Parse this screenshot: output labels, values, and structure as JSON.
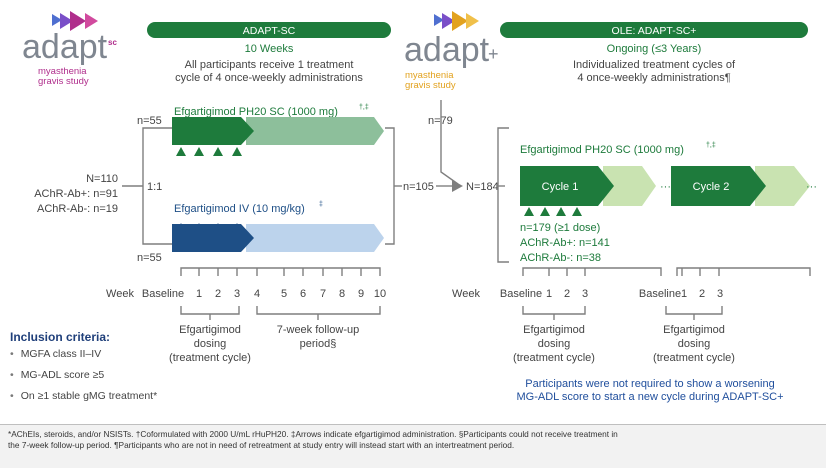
{
  "logos": {
    "adapt_sc": {
      "word": "adapt",
      "sup": "sc",
      "line1": "myasthenia",
      "line2": "gravis study"
    },
    "adapt_sc_plus": {
      "word": "adapt",
      "plus": "+",
      "line1": "myasthenia",
      "line2": "gravis study"
    }
  },
  "adapt_sc": {
    "header": "ADAPT-SC",
    "duration": "10 Weeks",
    "desc_line1": "All participants receive 1 treatment",
    "desc_line2": "cycle of 4 once-weekly administrations"
  },
  "ole": {
    "header": "OLE: ADAPT-SC+",
    "duration": "Ongoing (≤3 Years)",
    "desc_line1": "Individualized treatment cycles of",
    "desc_line2": "4 once-weekly administrations¶"
  },
  "enrollment": {
    "n_total": "N=110",
    "achr_pos": "AChR-Ab+: n=91",
    "achr_neg": "AChR-Ab-: n=19",
    "ratio": "1:1",
    "n_sc_arm": "n=55",
    "n_iv_arm": "n=55",
    "n_rollover": "n=105",
    "n_direct": "n=79",
    "n_ole_total": "N=184"
  },
  "arms": {
    "sc_label": "Efgartigimod PH20 SC (1000 mg)",
    "sc_sup": "†,‡",
    "iv_label": "Efgartigimod IV (10 mg/kg)",
    "iv_sup": "‡",
    "ole_label": "Efgartigimod PH20 SC (1000 mg)",
    "ole_sup": "†,‡",
    "cycle1": "Cycle 1",
    "cycle2": "Cycle 2",
    "ellipsis": "···"
  },
  "ole_counts": {
    "line1": "n=179 (≥1 dose)",
    "line2": "AChR-Ab+: n=141",
    "line3": "AChR-Ab-: n=38"
  },
  "timeline_left": {
    "week_label": "Week",
    "ticks": [
      "Baseline",
      "1",
      "2",
      "3",
      "4",
      "5",
      "6",
      "7",
      "8",
      "9",
      "10"
    ],
    "dosing": [
      "Efgartigimod",
      "dosing",
      "(treatment cycle)"
    ],
    "followup": [
      "7-week follow-up",
      "period§"
    ]
  },
  "timeline_right": {
    "week_label": "Week",
    "ticks_a": [
      "Baseline",
      "1",
      "2",
      "3"
    ],
    "ticks_b": [
      "Baseline",
      "1",
      "2",
      "3"
    ],
    "dosing_a": [
      "Efgartigimod",
      "dosing",
      "(treatment cycle)"
    ],
    "dosing_b": [
      "Efgartigimod",
      "dosing",
      "(treatment cycle)"
    ]
  },
  "inclusion": {
    "title": "Inclusion criteria:",
    "items": [
      "MGFA class II–IV",
      "MG-ADL score ≥5",
      "On ≥1 stable gMG treatment*"
    ]
  },
  "note": {
    "line1": "Participants were not required to show a worsening",
    "line2": "MG-ADL score to start a new cycle during ADAPT-SC+"
  },
  "footnote": {
    "line1": "*AChEIs, steroids, and/or NSISTs. †Coformulated with 2000 U/mL rHuPH20. ‡Arrows indicate efgartigimod administration. §Participants could not receive treatment in",
    "line2": "the 7-week follow-up period. ¶Participants who are not in need of retreatment at study entry will instead start with an intertreatment period."
  },
  "colors": {
    "sc_dark": "#1e7b3c",
    "sc_light": "#8dbf9b",
    "iv_dark": "#1e4f86",
    "iv_light": "#bcd3ec",
    "ole_dark": "#1e7b3c",
    "ole_light": "#c9e3b1",
    "header_bg": "#1e7b3c",
    "duration_text": "#1e7b3c",
    "logo_sc": "#b02e8c",
    "logo_plus": "#e2a21f",
    "note_text": "#1f4e9c"
  }
}
